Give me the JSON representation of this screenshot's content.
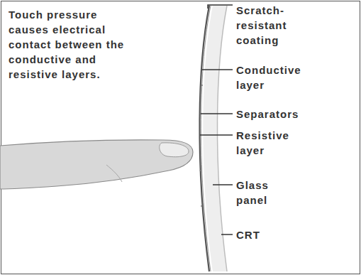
{
  "diagram": {
    "labels": [
      "Touch pressure causes electrical contact between the conductive and resistive layers.",
      "Scratch-resistant coating",
      "Conductive layer",
      "Separators",
      "Resistive layer",
      "Glass panel",
      "CRT"
    ]
  }
}
